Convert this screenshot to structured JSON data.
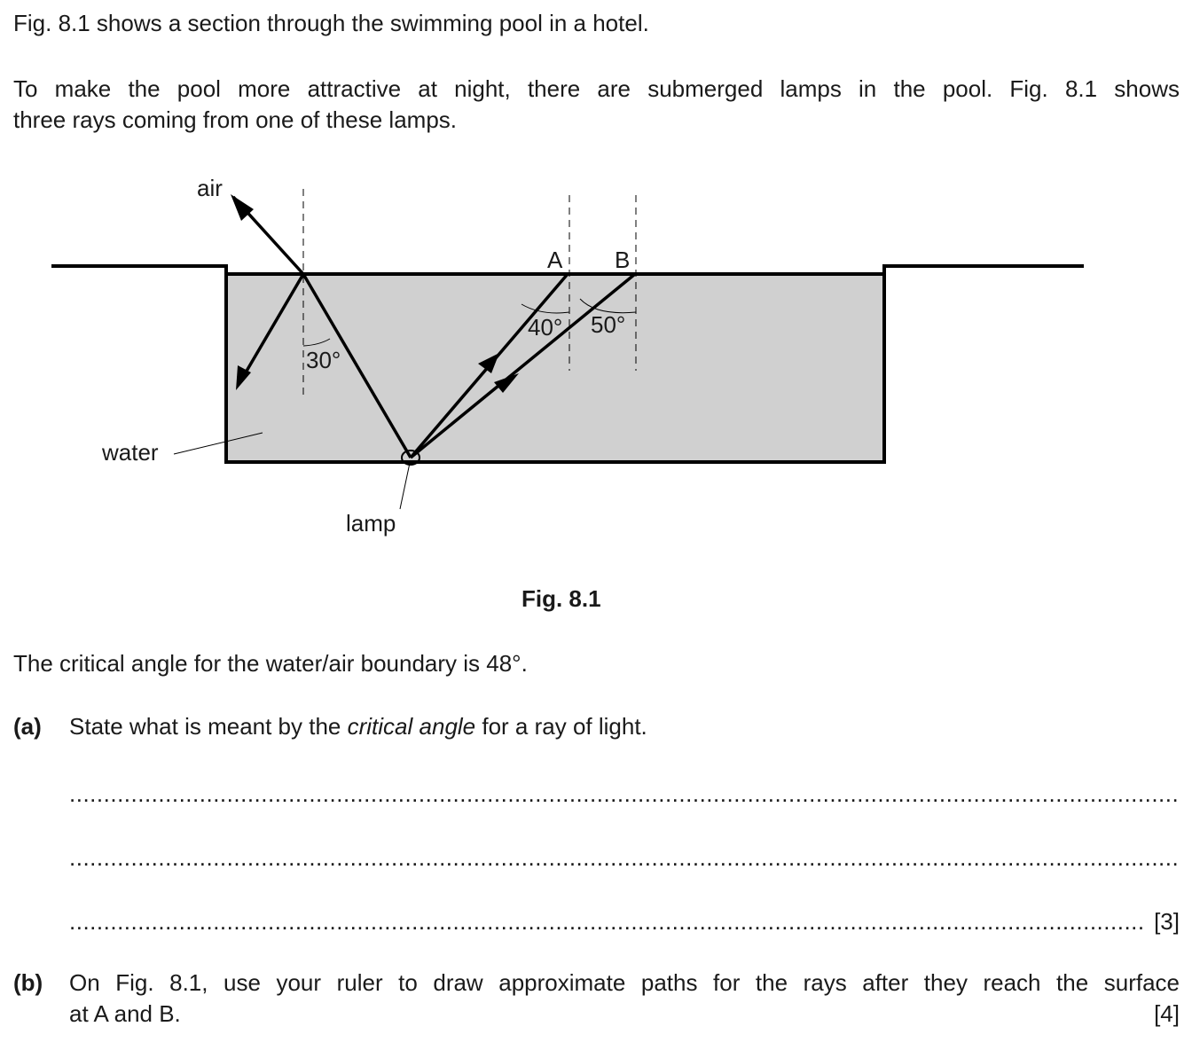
{
  "intro": {
    "line1": "Fig. 8.1 shows a section through the swimming pool in a hotel.",
    "line2a": "To make the pool more attractive at night, there are submerged lamps in the pool. Fig. 8.1 shows",
    "line2b": "three rays coming from one of these lamps."
  },
  "figure": {
    "labels": {
      "air": "air",
      "water": "water",
      "lamp": "lamp",
      "point_a": "A",
      "point_b": "B",
      "angle_30": "30°",
      "angle_40": "40°",
      "angle_50": "50°"
    },
    "caption": "Fig. 8.1",
    "colors": {
      "water": "#d0d0d0",
      "line": "#000000"
    }
  },
  "critical_angle_text": "The critical angle for the water/air boundary is 48°.",
  "question_a": {
    "label": "(a)",
    "text_before": "State what is meant by the ",
    "text_italic": "critical angle",
    "text_after": " for a ray of light.",
    "marks": "[3]"
  },
  "question_b": {
    "label": "(b)",
    "line1": "On Fig. 8.1, use your ruler to draw approximate paths for the rays after they reach the surface",
    "line2": "at A and B.",
    "marks": "[4]"
  }
}
